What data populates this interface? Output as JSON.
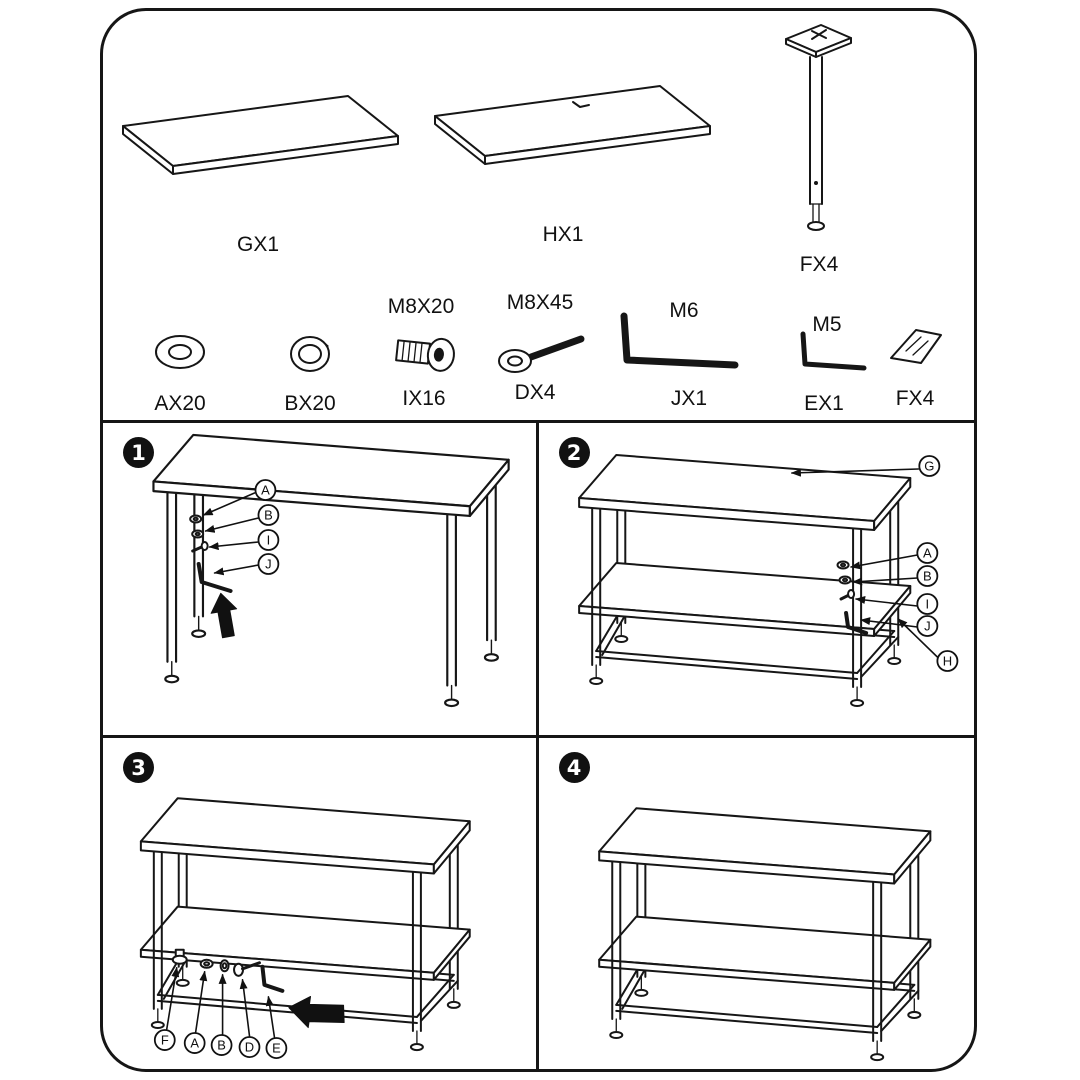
{
  "doc": {
    "kind": "furniture-assembly-instructions"
  },
  "parts": {
    "panels": [
      {
        "id": "G",
        "label": "GX1"
      },
      {
        "id": "H",
        "label": "HX1"
      },
      {
        "id": "F",
        "label": "FX4"
      }
    ],
    "hardware": [
      {
        "id": "A",
        "label": "AX20",
        "size": ""
      },
      {
        "id": "B",
        "label": "BX20",
        "size": ""
      },
      {
        "id": "I",
        "label": "IX16",
        "size": "M8X20"
      },
      {
        "id": "D",
        "label": "DX4",
        "size": "M8X45"
      },
      {
        "id": "J",
        "label": "JX1",
        "size": "M6"
      },
      {
        "id": "E",
        "label": "EX1",
        "size": "M5"
      },
      {
        "id": "F2",
        "label": "FX4",
        "size": ""
      }
    ]
  },
  "steps": [
    {
      "number": "1",
      "callouts": [
        "A",
        "B",
        "I",
        "J"
      ]
    },
    {
      "number": "2",
      "callouts": [
        "G",
        "A",
        "B",
        "I",
        "J",
        "H"
      ]
    },
    {
      "number": "3",
      "callouts": [
        "F",
        "A",
        "B",
        "D",
        "E"
      ]
    },
    {
      "number": "4",
      "callouts": []
    }
  ],
  "colors": {
    "ink": "#161616",
    "paper": "#ffffff"
  }
}
